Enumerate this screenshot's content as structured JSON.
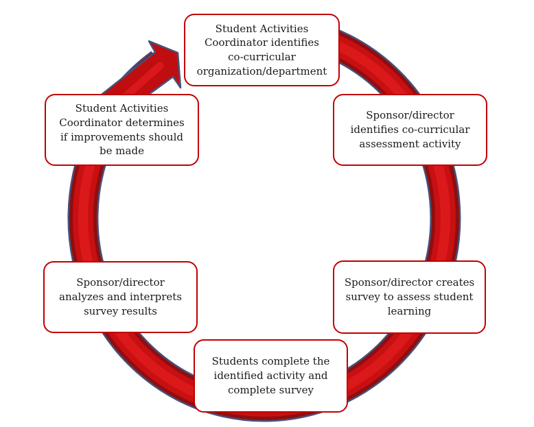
{
  "diagram": {
    "type": "cycle",
    "arrow_direction": "clockwise",
    "steps": [
      {
        "text": "Student Activities\nCoordinator identifies\nco-curricular\norganization/department"
      },
      {
        "text": "Sponsor/director\nidentifies co-curricular\nassessment activity"
      },
      {
        "text": "Sponsor/director creates\nsurvey to assess student\nlearning"
      },
      {
        "text": "Students complete the\nidentified activity and\ncomplete survey"
      },
      {
        "text": "Sponsor/director\nanalyzes and interprets\nsurvey results"
      },
      {
        "text": "Student Activities\nCoordinator determines\nif improvements should\nbe made"
      }
    ]
  },
  "colors": {
    "box_border_red": "#C00000",
    "arrow_red": "#C80F11",
    "arrow_dark_red": "#8F0E10",
    "arrow_highlight_red": "#DE1B1D",
    "arrow_outline_navy": "#46527A",
    "text": "#1A1A1A",
    "background": "#FFFFFF"
  }
}
